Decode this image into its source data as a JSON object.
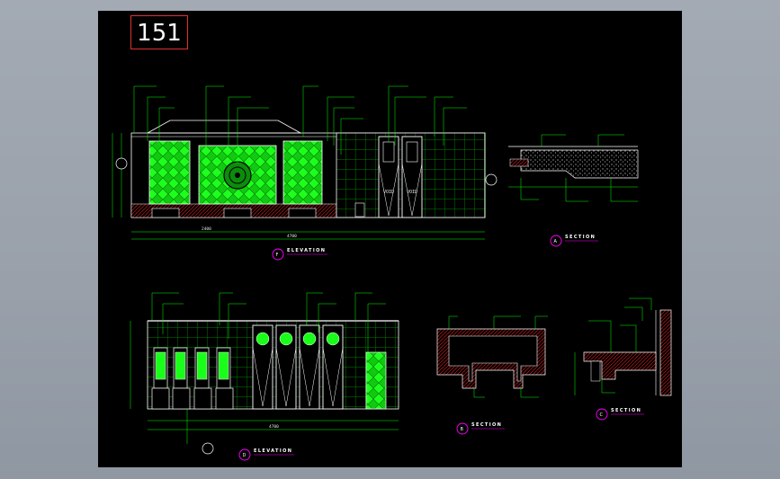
{
  "drawing_number": "151",
  "colors": {
    "background": "#000000",
    "outline": "#ffffff",
    "panel_fill": "#1aff1a",
    "grid_green": "#00c000",
    "leader_green": "#00ff00",
    "tile_yellow": "#e8d400",
    "marker_magenta": "#ff00ff",
    "hatch_red": "#d02020",
    "frame_red": "#e03030"
  },
  "views": [
    {
      "id": "F",
      "title": "ELEVATION"
    },
    {
      "id": "A",
      "title": "SECTION"
    },
    {
      "id": "D",
      "title": "ELEVATION"
    },
    {
      "id": "B",
      "title": "SECTION"
    },
    {
      "id": "C",
      "title": "SECTION"
    }
  ],
  "door_label": "VOID"
}
